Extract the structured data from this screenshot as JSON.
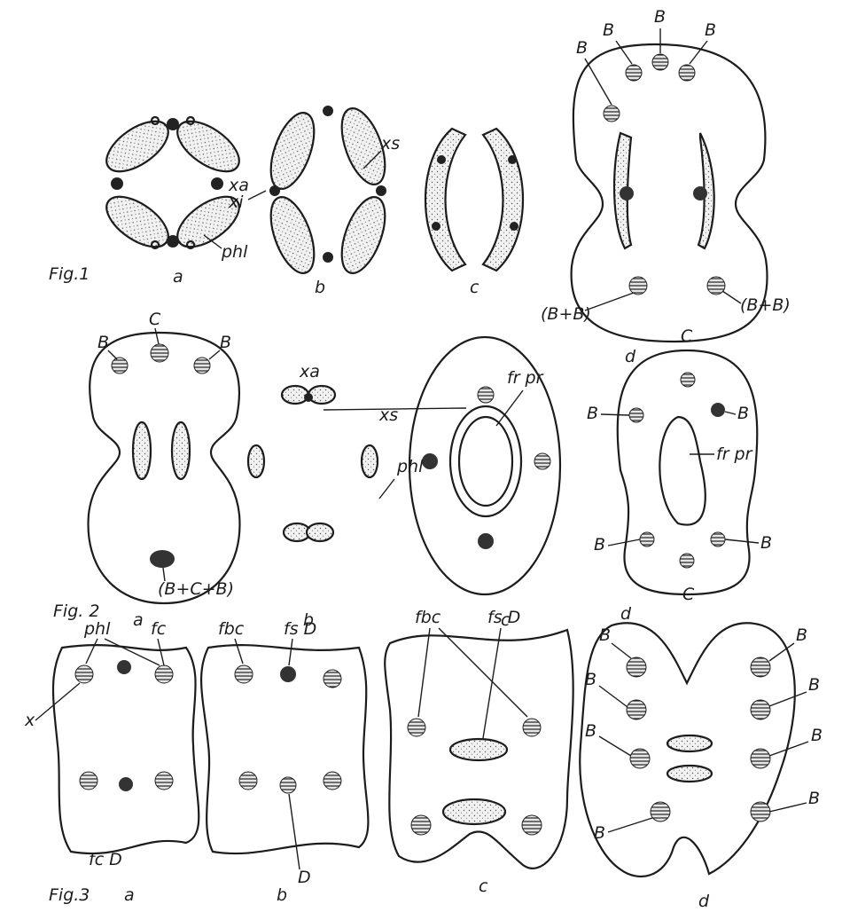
{
  "figures": {
    "fig1": {
      "caption": "Fig.1",
      "panels": [
        "a",
        "b",
        "c",
        "d"
      ],
      "labels": {
        "xa": "xa",
        "xi": "xi",
        "xs": "xs",
        "phl": "phl",
        "B": "B",
        "BplusB": "(B+B)"
      }
    },
    "fig2": {
      "caption": "Fig. 2",
      "panels": [
        "a",
        "b",
        "c",
        "d"
      ],
      "labels": {
        "C": "C",
        "B": "B",
        "BCB": "(B+C+B)",
        "xa": "xa",
        "xs": "xs",
        "phl": "phl",
        "frpr": "fr pr"
      }
    },
    "fig3": {
      "caption": "Fig.3",
      "panels": [
        "a",
        "b",
        "c",
        "d"
      ],
      "labels": {
        "phl": "phl",
        "fc": "fc",
        "x": "x",
        "fcD": "fc D",
        "fbc": "fbc",
        "fsD": "fs D",
        "D": "D",
        "B": "B"
      }
    }
  }
}
